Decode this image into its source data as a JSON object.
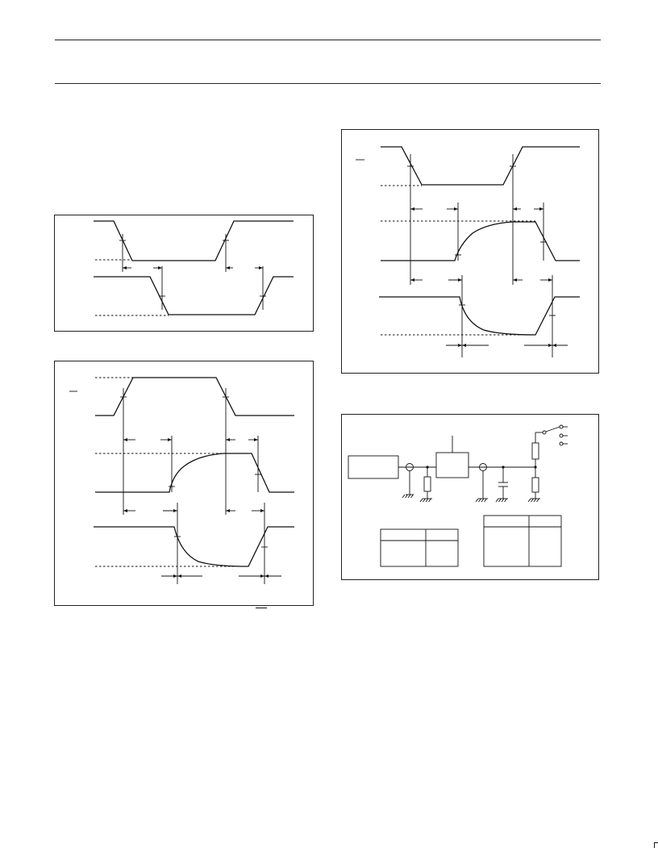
{
  "colors": {
    "ink": "#111111",
    "background": "#ffffff"
  },
  "figures": [
    "waveform-propagation-delay",
    "waveform-enable-disable-left",
    "waveform-enable-disable-right",
    "test-circuit"
  ]
}
